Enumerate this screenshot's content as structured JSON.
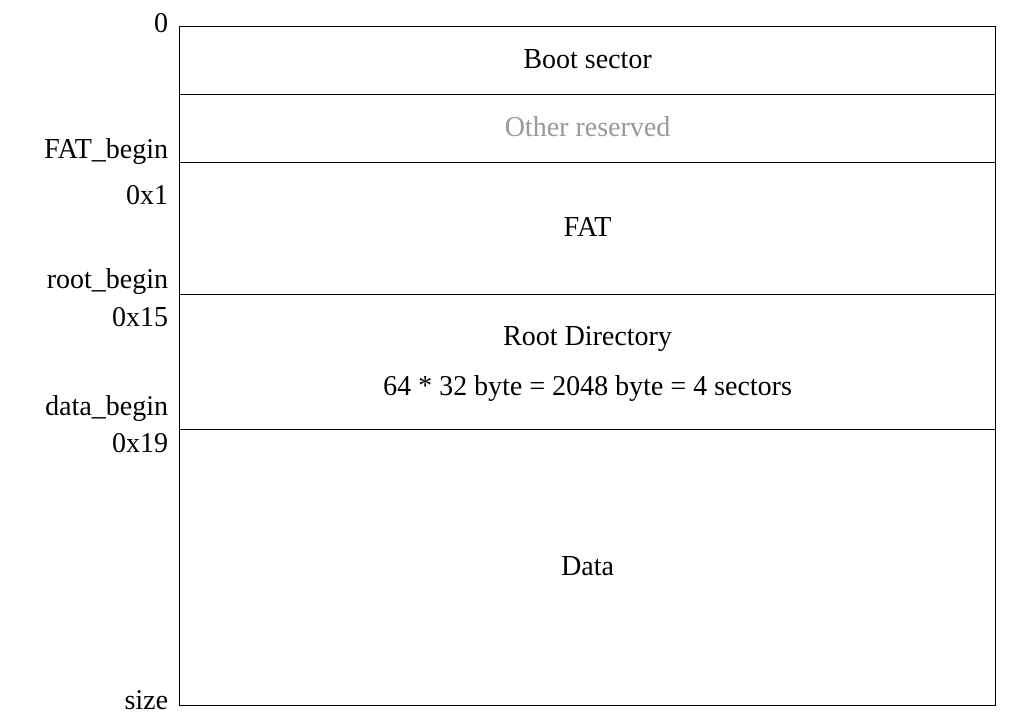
{
  "diagram": {
    "regions": [
      {
        "lines": [
          "Boot sector"
        ]
      },
      {
        "lines": [
          "Other reserved"
        ],
        "text_color": "#999999"
      },
      {
        "lines": [
          "FAT"
        ]
      },
      {
        "lines": [
          "Root Directory",
          "64 * 32 byte = 2048 byte = 4 sectors"
        ]
      },
      {
        "lines": [
          "Data"
        ]
      }
    ],
    "markers": {
      "start": "0",
      "fat_begin": "FAT_begin",
      "fat_begin_addr": "0x1",
      "root_begin": "root_begin",
      "root_begin_addr": "0x15",
      "data_begin": "data_begin",
      "data_begin_addr": "0x19",
      "end": "size"
    }
  }
}
